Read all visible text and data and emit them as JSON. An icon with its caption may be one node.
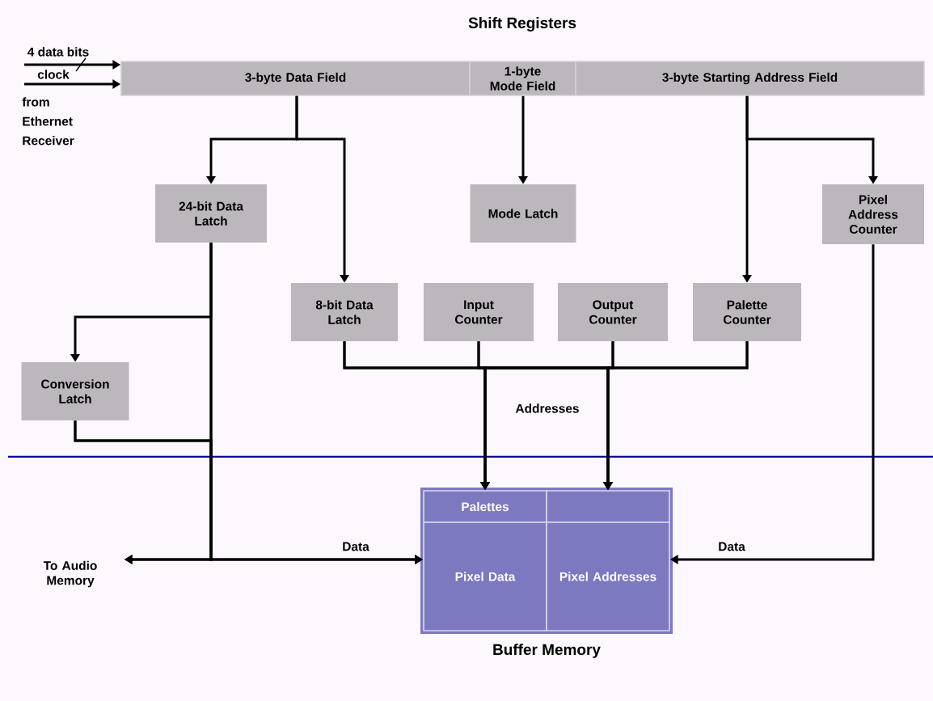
{
  "diagram": {
    "nodes": [
      {
        "text": [
          "Shift Registers"
        ]
      },
      {
        "text": [
          "3-byte Data Field"
        ],
        "in": 0
      },
      {
        "text": [
          "1-byte Mode Field"
        ],
        "in": 0
      },
      {
        "text": [
          "3-byte Starting Address Field"
        ],
        "in": 0
      },
      {
        "text": [
          "24-bit Data Latch"
        ]
      },
      {
        "text": [
          "Mode Latch"
        ]
      },
      {
        "text": [
          "Pixel Address Counter"
        ]
      },
      {
        "text": [
          "8-bit Data Latch"
        ]
      },
      {
        "text": [
          "Input Counter"
        ]
      },
      {
        "text": [
          "Output Counter"
        ]
      },
      {
        "text": [
          "Palette Counter"
        ]
      },
      {
        "text": [
          "Conversion Latch"
        ]
      },
      {
        "text": [
          "To Audio Memory"
        ]
      },
      {
        "text": [
          "Buffer Memory"
        ]
      },
      {
        "text": [
          "Palettes"
        ],
        "in": 13
      },
      {
        "text": [],
        "shape": "box",
        "in": 13
      },
      {
        "text": [
          "Pixel Data"
        ],
        "in": 13
      },
      {
        "text": [
          "Pixel Addresses"
        ],
        "in": 13
      }
    ],
    "edges": [
      {
        "from": null,
        "to": 1,
        "arrow": "to",
        "label": "4 data bits"
      },
      {
        "from": null,
        "to": 1,
        "arrow": "to",
        "label": "clock"
      },
      {
        "from": 1,
        "to": 4,
        "arrow": "to"
      },
      {
        "from": 1,
        "to": 7,
        "arrow": "to"
      },
      {
        "from": 2,
        "to": 5,
        "arrow": "to"
      },
      {
        "from": 3,
        "to": 10,
        "arrow": "to"
      },
      {
        "from": 3,
        "to": 6,
        "arrow": "to"
      },
      {
        "from": 4,
        "to": 11,
        "arrow": "to"
      },
      {
        "from": 4,
        "to": 12,
        "arrow": "to"
      },
      {
        "from": 4,
        "to": 16,
        "arrow": "to",
        "label": "Data"
      },
      {
        "from": 11,
        "to": 12,
        "arrow": "to"
      },
      {
        "from": 11,
        "to": 16,
        "arrow": "to"
      },
      {
        "from": 6,
        "to": 17,
        "arrow": "to",
        "label": "Data"
      },
      {
        "from": 7,
        "to": 14,
        "arrow": "to",
        "label": "Addresses"
      },
      {
        "from": 8,
        "to": 14,
        "arrow": "to"
      },
      {
        "from": 9,
        "to": 14,
        "arrow": "to"
      },
      {
        "from": 10,
        "to": 14,
        "arrow": "to"
      },
      {
        "from": 7,
        "to": 15,
        "arrow": "to"
      },
      {
        "from": 8,
        "to": 15,
        "arrow": "to"
      },
      {
        "from": 9,
        "to": 15,
        "arrow": "to"
      },
      {
        "from": 10,
        "to": 15,
        "arrow": "to"
      }
    ],
    "labels": [
      "from Ethernet Receiver"
    ]
  }
}
